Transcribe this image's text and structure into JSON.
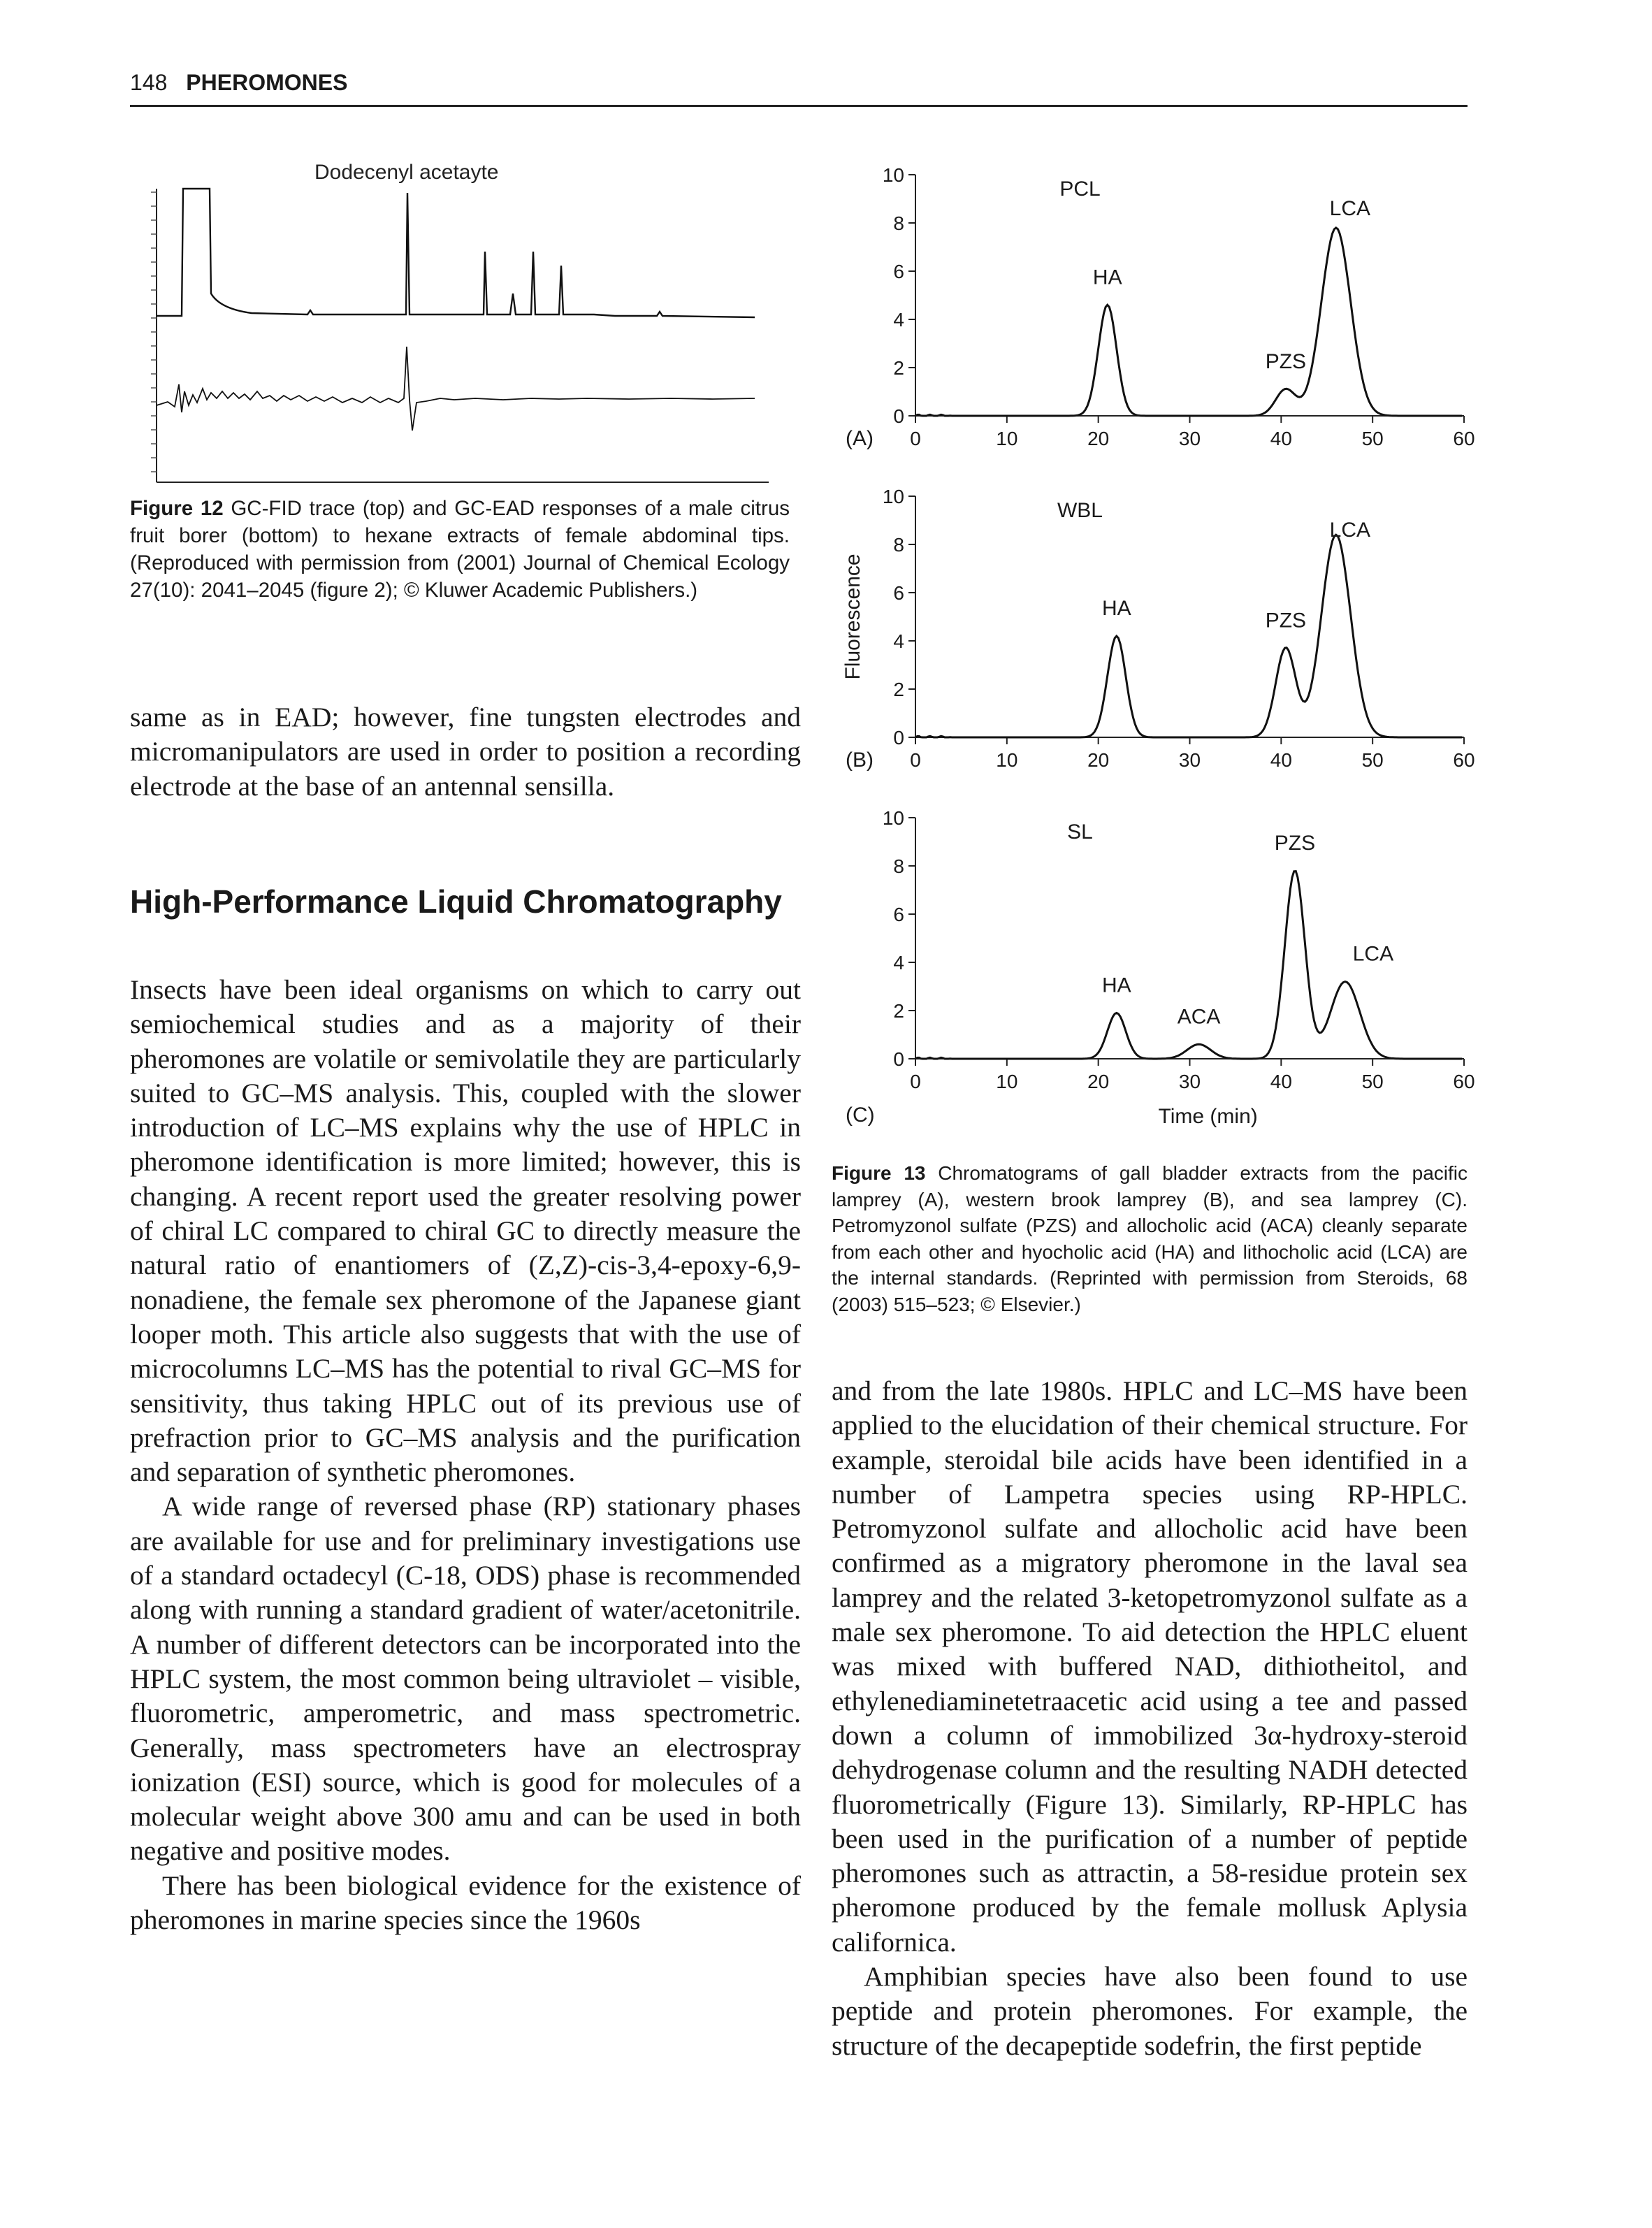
{
  "header": {
    "page_number": "148",
    "section": "PHEROMONES"
  },
  "figure12": {
    "trace_label": "Dodecenyl acetayte",
    "caption_label": "Figure 12",
    "caption_text": "GC-FID trace (top) and GC-EAD responses of a male citrus fruit borer (bottom) to hexane extracts of female abdominal tips. (Reproduced with permission from (2001) Journal of Chemical Ecology 27(10): 2041–2045 (figure 2); © Kluwer Academic Publishers.)"
  },
  "left_column": {
    "para_continued": "same as in EAD; however, fine tungsten electrodes and micromanipulators are used in order to position a recording electrode at the base of an antennal sensilla.",
    "heading": "High-Performance Liquid Chromatography",
    "para1": "Insects have been ideal organisms on which to carry out semiochemical studies and as a majority of their pheromones are volatile or semivolatile they are particularly suited to GC–MS analysis. This, coupled with the slower introduction of LC–MS explains why the use of HPLC in pheromone identification is more limited; however, this is changing. A recent report used the greater resolving power of chiral LC compared to chiral GC to directly measure the natural ratio of enantiomers of (Z,Z)-cis-3,4-epoxy-6,9-nonadiene, the female sex pheromone of the Japanese giant looper moth. This article also suggests that with the use of microcolumns LC–MS has the potential to rival GC–MS for sensitivity, thus taking HPLC out of its previous use of prefraction prior to GC–MS analysis and the purification and separation of synthetic pheromones.",
    "para2": "A wide range of reversed phase (RP) stationary phases are available for use and for preliminary investigations use of a standard octadecyl (C-18, ODS) phase is recommended along with running a standard gradient of water/acetonitrile. A number of different detectors can be incorporated into the HPLC system, the most common being ultraviolet – visible, fluorometric, amperometric, and mass spectrometric. Generally, mass spectrometers have an electrospray ionization (ESI) source, which is good for molecules of a molecular weight above 300 amu and can be used in both negative and positive modes.",
    "para3": "There has been biological evidence for the existence of pheromones in marine species since the 1960s"
  },
  "figure13": {
    "caption_label": "Figure 13",
    "caption_text": "Chromatograms of gall bladder extracts from the pacific lamprey (A), western brook lamprey (B), and sea lamprey (C). Petromyzonol sulfate (PZS) and allocholic acid (ACA) cleanly separate from each other and hyocholic acid (HA) and lithocholic acid (LCA) are the internal standards. (Reprinted with permission from Steroids, 68 (2003) 515–523; © Elsevier.)"
  },
  "chart_data": [
    {
      "type": "line",
      "panel": "(A)",
      "title": "PCL",
      "x_ticks": [
        "0",
        "10",
        "20",
        "30",
        "40",
        "50",
        "60"
      ],
      "y_ticks": [
        "0",
        "2",
        "4",
        "6",
        "8",
        "10"
      ],
      "xlim": [
        0,
        60
      ],
      "ylim": [
        0,
        10
      ],
      "peaks": [
        {
          "name": "HA",
          "x": 21,
          "y": 4.6
        },
        {
          "name": "PZS",
          "x": 40.5,
          "y": 1.1
        },
        {
          "name": "LCA",
          "x": 46,
          "y": 7.8
        }
      ]
    },
    {
      "type": "line",
      "panel": "(B)",
      "title": "WBL",
      "ylabel": "Fluorescence",
      "x_ticks": [
        "0",
        "10",
        "20",
        "30",
        "40",
        "50",
        "60"
      ],
      "y_ticks": [
        "0",
        "2",
        "4",
        "6",
        "8",
        "10"
      ],
      "xlim": [
        0,
        60
      ],
      "ylim": [
        0,
        10
      ],
      "peaks": [
        {
          "name": "HA",
          "x": 22,
          "y": 4.2
        },
        {
          "name": "PZS",
          "x": 40.5,
          "y": 3.7
        },
        {
          "name": "LCA",
          "x": 46,
          "y": 8.4
        }
      ]
    },
    {
      "type": "line",
      "panel": "(C)",
      "title": "SL",
      "xlabel": "Time (min)",
      "x_ticks": [
        "0",
        "10",
        "20",
        "30",
        "40",
        "50",
        "60"
      ],
      "y_ticks": [
        "0",
        "2",
        "4",
        "6",
        "8",
        "10"
      ],
      "xlim": [
        0,
        60
      ],
      "ylim": [
        0,
        10
      ],
      "peaks": [
        {
          "name": "HA",
          "x": 22,
          "y": 1.9
        },
        {
          "name": "ACA",
          "x": 31,
          "y": 0.6
        },
        {
          "name": "PZS",
          "x": 41.5,
          "y": 7.8
        },
        {
          "name": "LCA",
          "x": 47,
          "y": 3.2
        }
      ]
    }
  ],
  "right_column": {
    "para_continued": "and from the late 1980s. HPLC and LC–MS have been applied to the elucidation of their chemical structure. For example, steroidal bile acids have been identified in a number of Lampetra species using RP-HPLC. Petromyzonol sulfate and allocholic acid have been confirmed as a migratory pheromone in the laval sea lamprey and the related 3-ketopetromyzonol sulfate as a male sex pheromone. To aid detection the HPLC eluent was mixed with buffered NAD, dithiotheitol, and ethylenediaminetetraacetic acid using a tee and passed down a column of immobilized 3α-hydroxy-steroid dehydrogenase column and the resulting NADH detected fluorometrically (Figure 13). Similarly, RP-HPLC has been used in the purification of a number of peptide pheromones such as attractin, a 58-residue protein sex pheromone produced by the female mollusk Aplysia californica.",
    "para2": "Amphibian species have also been found to use peptide and protein pheromones. For example, the structure of the decapeptide sodefrin, the first peptide"
  }
}
